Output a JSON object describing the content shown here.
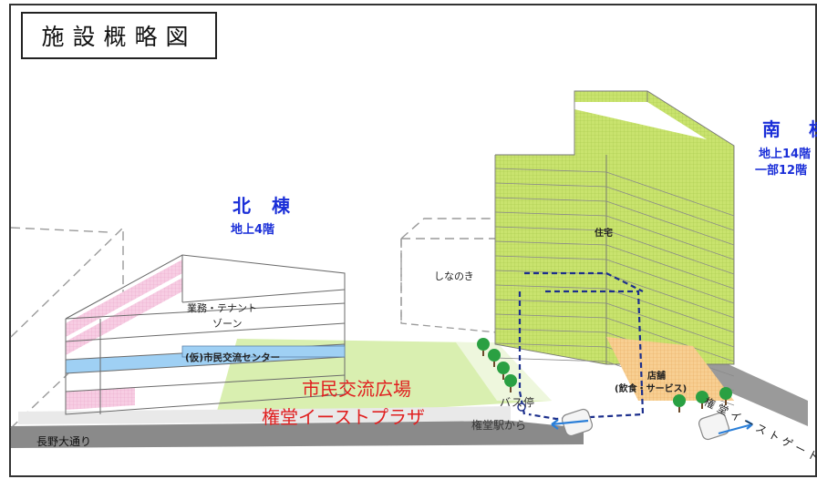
{
  "header": {
    "title": "施設概略図"
  },
  "north": {
    "title": "北 棟",
    "floors": "地上4階",
    "office_label_1": "業務・テナント",
    "office_label_2": "ゾーン",
    "center_label": "(仮)市民交流センター"
  },
  "south": {
    "title": "南 棟",
    "floors_1": "地上14階",
    "floors_2": "一部12階",
    "housing_label": "住宅",
    "shop_label_1": "店舗",
    "shop_label_2": "(飲食・サービス)"
  },
  "plaza": {
    "line1": "市民交流広場",
    "line2": "権堂イーストプラザ"
  },
  "labels": {
    "shinanoki": "しなのき",
    "bus_stop": "バス停",
    "from_station": "権堂駅から",
    "nagano_street": "長野大通り",
    "gondo_road": "権堂イーストゲート"
  },
  "colors": {
    "title_blue": "#1a2ed8",
    "plaza_red": "#e02020",
    "south_green": "#c5e06a",
    "north_pink": "#f6c6df",
    "north_blue": "#9fd0f4",
    "plaza_green": "#d9efb0",
    "shop_orange": "#f7c98a",
    "road_gray": "#8a8a8a",
    "path_navy": "#1c2f8c"
  }
}
